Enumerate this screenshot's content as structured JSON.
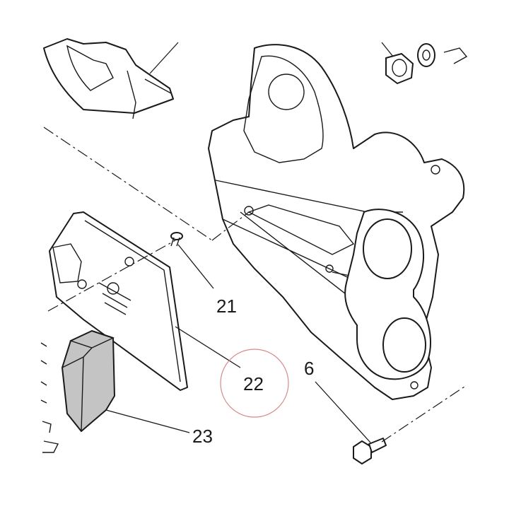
{
  "callouts": {
    "screw_21": "21",
    "guard_22": "22",
    "pad_23": "23",
    "bolt_6": "6"
  },
  "colors": {
    "line": "#1a1a1a",
    "pad_fill": "#c4c4c4",
    "highlight_circle": "#d98a8a"
  }
}
